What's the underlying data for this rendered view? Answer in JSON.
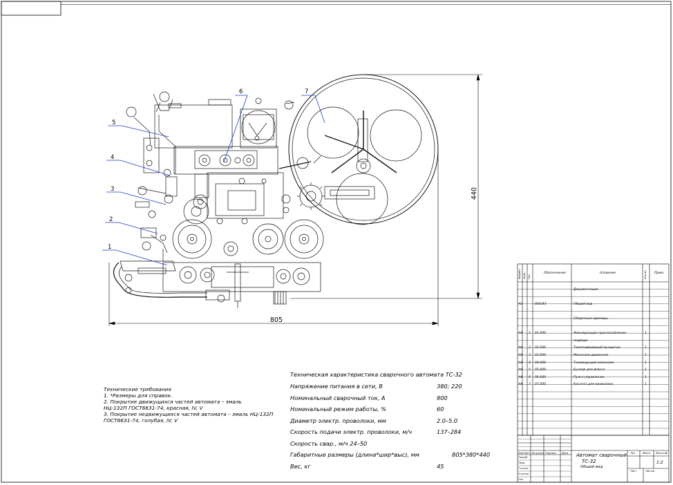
{
  "callouts": [
    "1",
    "2",
    "3",
    "4",
    "5",
    "6",
    "7"
  ],
  "dimensions": {
    "height": "440",
    "width": "805"
  },
  "tech_requirements": {
    "title": "Технические требования",
    "lines": [
      "1. *Размеры для справок.",
      "2. Покрытие движущихся частей автомата – эмаль",
      "НЦ-132П ГОСТ6631-74, красная, IV, V",
      "3. Покрытие недвижущихся частей автомата – эмаль  НЦ-132П",
      "ГОСТ6631-74, голубая, IV, V"
    ]
  },
  "characteristics": {
    "title": "Техническая характеристика сварочного автомата ТС-32",
    "rows": [
      {
        "label": "Напряжение питания в сети, В",
        "value": "380; 220"
      },
      {
        "label": "Номинальный сварочный ток, А",
        "value": "900"
      },
      {
        "label": "Номинальный режим работы, %",
        "value": "60"
      },
      {
        "label": "Диаметр электр. проволоки, мм",
        "value": "2.0–5.0"
      },
      {
        "label": "Скорость подачи электр. проволоки, м/ч",
        "value": "137–284"
      },
      {
        "label": "Скорость свар., м/ч 24–50",
        "value": ""
      },
      {
        "label": "Габаритные размеры (длина*шир*выс), мм",
        "value": "805*380*440"
      },
      {
        "label": "Вес, кг",
        "value": "45"
      }
    ]
  },
  "spec": {
    "headers": {
      "format": "Формат",
      "zone": "Зона",
      "pos": "Поз.",
      "designation": "Обозначение",
      "name": "Название",
      "qty": "Кол-во",
      "note": "Прим."
    },
    "rows": [
      {
        "format": "",
        "pos": "",
        "designation": "",
        "name": "Документация",
        "qty": ""
      },
      {
        "format": "А1",
        "pos": "",
        "designation": "000.ВЗ",
        "name": "Общий вид",
        "qty": ""
      },
      {
        "format": "",
        "pos": "",
        "designation": "",
        "name": "Сборочные единицы",
        "qty": ""
      },
      {
        "format": "А4",
        "pos": "1",
        "designation": "01.000",
        "name": "Фиксирующее приспособление",
        "qty": "1"
      },
      {
        "format": "",
        "pos": "",
        "designation": "",
        "name": "подвода",
        "qty": ""
      },
      {
        "format": "А4",
        "pos": "2",
        "designation": "02.000",
        "name": "Токоподводящий мундштук",
        "qty": "1"
      },
      {
        "format": "А4",
        "pos": "3",
        "designation": "03.000",
        "name": "Механизм движения",
        "qty": "1"
      },
      {
        "format": "А4",
        "pos": "4",
        "designation": "04.000",
        "name": "Токоведущий механизм",
        "qty": "1"
      },
      {
        "format": "А4",
        "pos": "5",
        "designation": "05.000",
        "name": "Бункер для флюса",
        "qty": "1"
      },
      {
        "format": "А4",
        "pos": "6",
        "designation": "06.000",
        "name": "Пульт управления",
        "qty": "1"
      },
      {
        "format": "А4",
        "pos": "7",
        "designation": "07.000",
        "name": "Кассета для проволоки",
        "qty": "1"
      }
    ]
  },
  "title_block": {
    "name_line1": "Автомат сварочный",
    "name_line2": "ТС-32",
    "doc_type": "Общий вид",
    "lit_label": "Лит.",
    "mass_label": "Масса",
    "scale_label": "Масштаб",
    "scale_value": "1:2",
    "sheet_label": "Лист",
    "sheets_label": "Листов",
    "roles": [
      "Изм.",
      "Лист",
      "№ докум.",
      "Подпись",
      "Дата",
      "Разраб.",
      "Пров.",
      "Т.контр.",
      "Н.контр.",
      "Утв."
    ]
  }
}
